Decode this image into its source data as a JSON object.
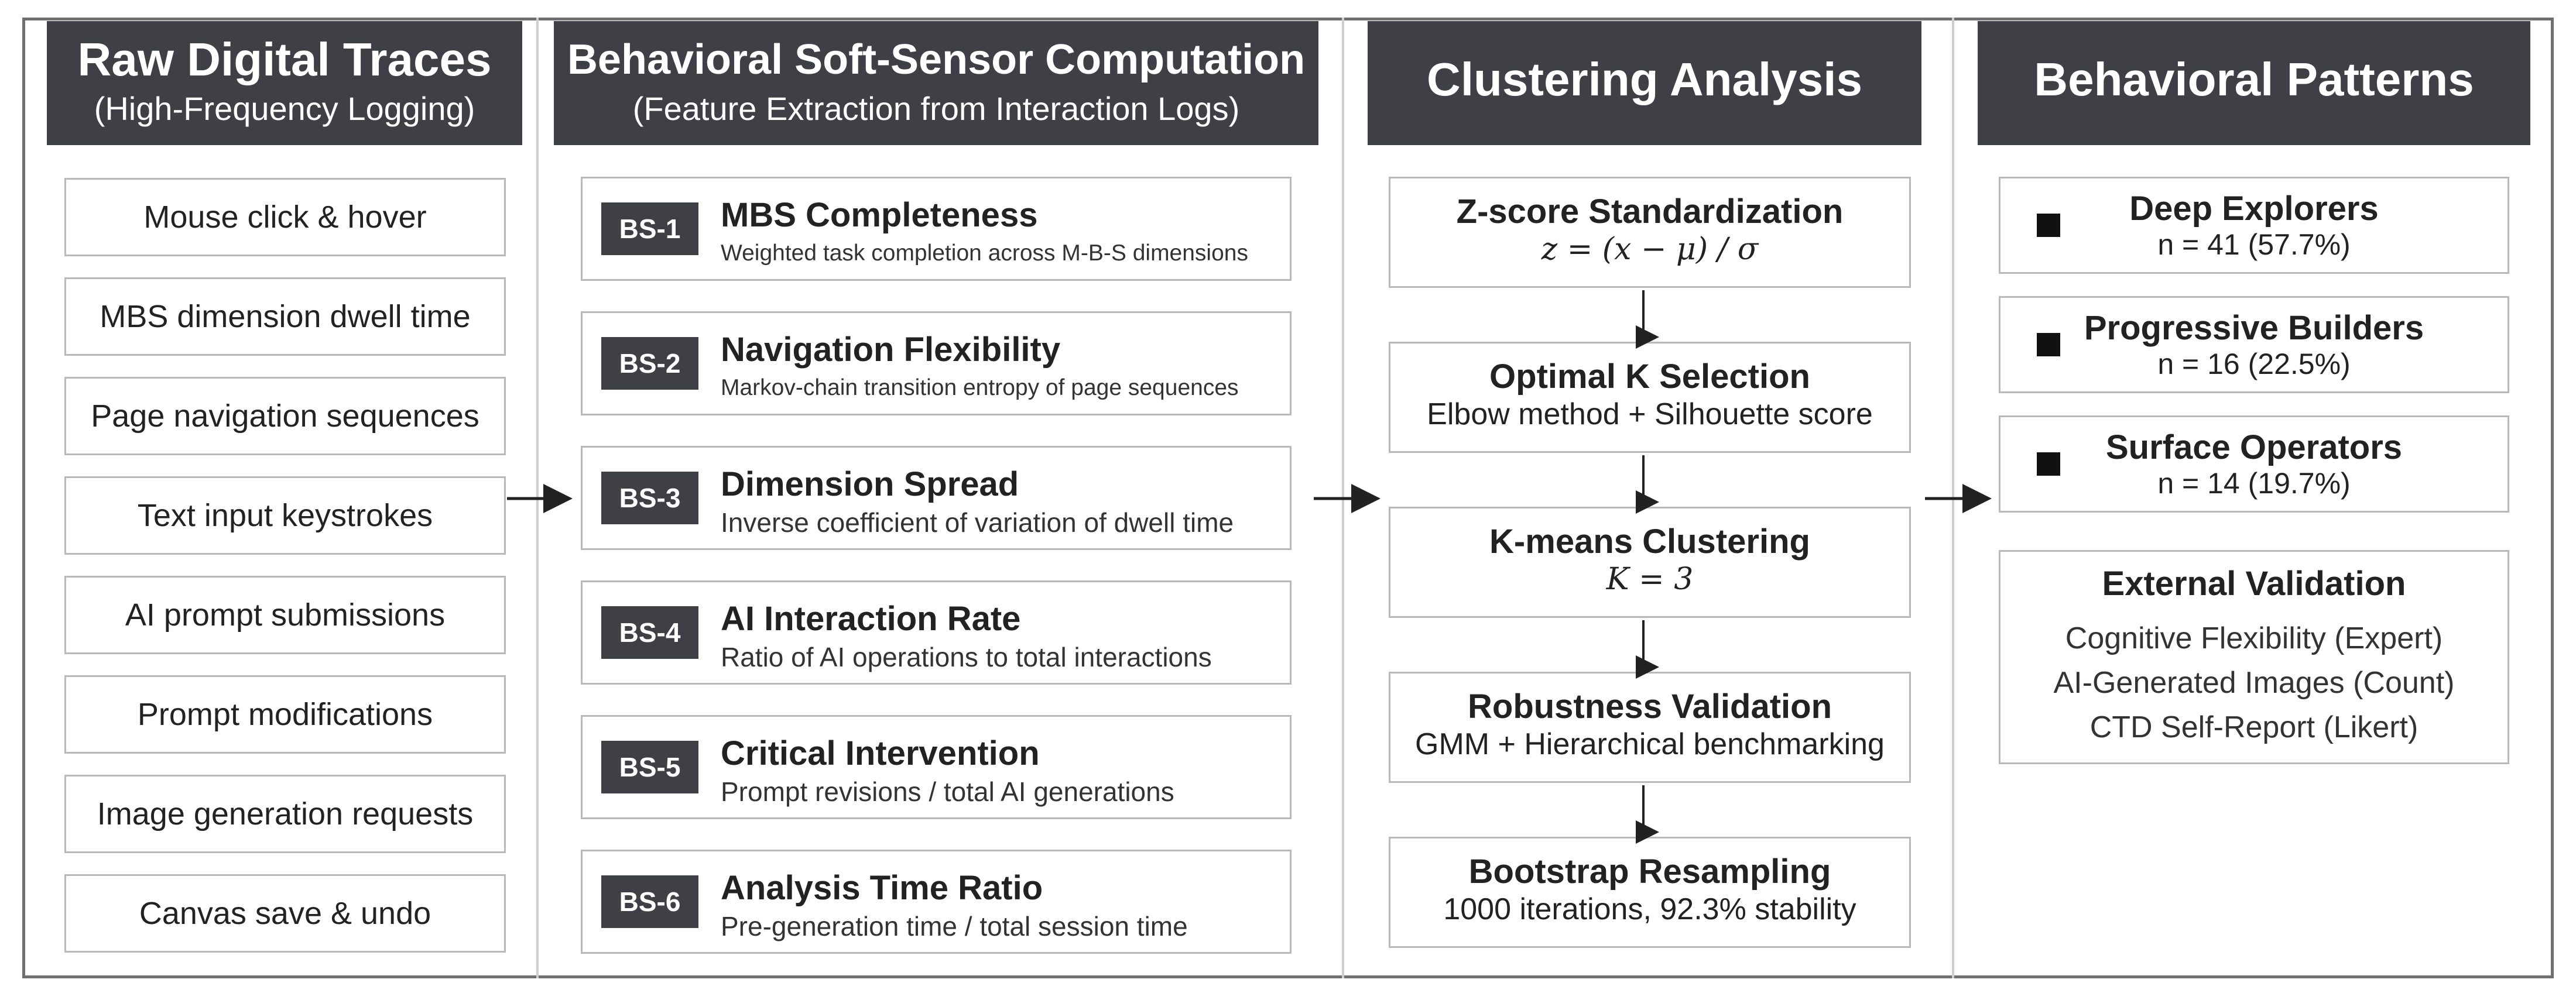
{
  "columns": {
    "raw": {
      "title": "Raw Digital Traces",
      "subtitle": "(High-Frequency Logging)",
      "items": [
        "Mouse click & hover",
        "MBS dimension dwell time",
        "Page navigation sequences",
        "Text input keystrokes",
        "AI prompt submissions",
        "Prompt modifications",
        "Image generation requests",
        "Canvas save & undo"
      ]
    },
    "sensors": {
      "title": "Behavioral Soft-Sensor Computation",
      "subtitle": "(Feature Extraction from Interaction Logs)",
      "items": [
        {
          "id": "BS-1",
          "title": "MBS Completeness",
          "desc": "Weighted task completion across M-B-S dimensions"
        },
        {
          "id": "BS-2",
          "title": "Navigation Flexibility",
          "desc": "Markov-chain transition entropy of page sequences"
        },
        {
          "id": "BS-3",
          "title": "Dimension Spread",
          "desc": "Inverse coefficient of variation of dwell time"
        },
        {
          "id": "BS-4",
          "title": "AI Interaction Rate",
          "desc": "Ratio of AI operations to total interactions"
        },
        {
          "id": "BS-5",
          "title": "Critical Intervention",
          "desc": "Prompt revisions / total AI generations"
        },
        {
          "id": "BS-6",
          "title": "Analysis Time Ratio",
          "desc": "Pre-generation time / total session time"
        }
      ]
    },
    "clustering": {
      "title": "Clustering Analysis",
      "steps": [
        {
          "title": "Z-score Standardization",
          "desc": "z = (x − μ) / σ"
        },
        {
          "title": "Optimal K Selection",
          "desc": "Elbow method + Silhouette score"
        },
        {
          "title": "K-means Clustering",
          "desc": "K = 3"
        },
        {
          "title": "Robustness Validation",
          "desc": "GMM + Hierarchical benchmarking"
        },
        {
          "title": "Bootstrap Resampling",
          "desc": "1000 iterations, 92.3% stability"
        }
      ]
    },
    "patterns": {
      "title": "Behavioral Patterns",
      "items": [
        {
          "title": "Deep Explorers",
          "desc": "n = 41 (57.7%)"
        },
        {
          "title": "Progressive Builders",
          "desc": "n = 16 (22.5%)"
        },
        {
          "title": "Surface Operators",
          "desc": "n = 14 (19.7%)"
        }
      ],
      "validation": {
        "title": "External Validation",
        "items": [
          "Cognitive Flexibility (Expert)",
          "AI-Generated Images (Count)",
          "CTD Self-Report (Likert)"
        ]
      }
    }
  }
}
